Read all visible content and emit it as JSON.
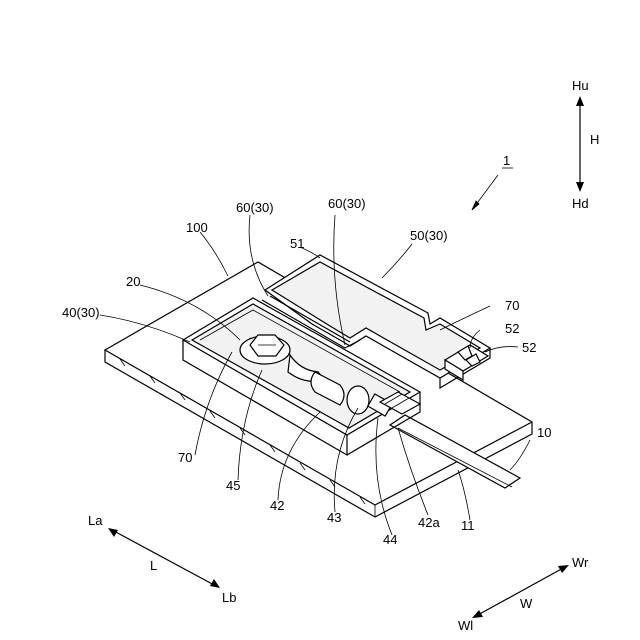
{
  "figure": {
    "labels": {
      "ref_1": "1",
      "ref_100": "100",
      "ref_20": "20",
      "ref_40_30": "40(30)",
      "ref_60_30_a": "60(30)",
      "ref_60_30_b": "60(30)",
      "ref_51": "51",
      "ref_50_30": "50(30)",
      "ref_70_a": "70",
      "ref_52_a": "52",
      "ref_52_b": "52",
      "ref_10": "10",
      "ref_70_b": "70",
      "ref_45": "45",
      "ref_42": "42",
      "ref_43": "43",
      "ref_44": "44",
      "ref_42a": "42a",
      "ref_11": "11"
    },
    "axes": {
      "height_up": "Hu",
      "height": "H",
      "height_down": "Hd",
      "length_a": "La",
      "length": "L",
      "length_b": "Lb",
      "width_right": "Wr",
      "width": "W",
      "width_left": "Wl"
    }
  }
}
